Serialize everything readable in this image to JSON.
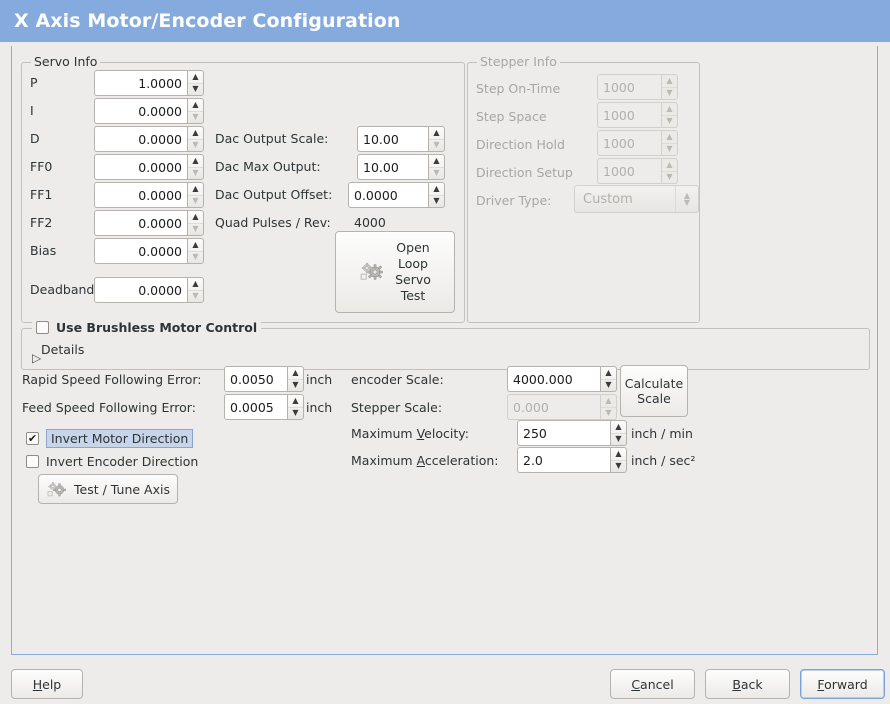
{
  "window": {
    "title": "X Axis Motor/Encoder Configuration",
    "title_bar_color": "#85aade",
    "page_border_color": "#8aaedb",
    "background_color": "#edecea"
  },
  "servo_info": {
    "legend": "Servo Info",
    "rows": [
      {
        "label": "P",
        "value": "1.0000"
      },
      {
        "label": "I",
        "value": "0.0000"
      },
      {
        "label": "D",
        "value": "0.0000"
      },
      {
        "label": "FF0",
        "value": "0.0000"
      },
      {
        "label": "FF1",
        "value": "0.0000"
      },
      {
        "label": "FF2",
        "value": "0.0000"
      },
      {
        "label": "Bias",
        "value": "0.0000"
      },
      {
        "label": "Deadband",
        "value": "0.0000"
      }
    ],
    "dac": [
      {
        "label": "Dac Output Scale:",
        "value": "10.00"
      },
      {
        "label": "Dac Max Output:",
        "value": "10.00"
      },
      {
        "label": "Dac Output Offset:",
        "value": "0.0000"
      }
    ],
    "quad_pulses_label": "Quad Pulses / Rev:",
    "quad_pulses_value": "4000",
    "open_loop_button": "Open\nLoop\nServo\nTest",
    "open_loop_lines": [
      "Open",
      "Loop",
      "Servo",
      "Test"
    ]
  },
  "stepper_info": {
    "legend": "Stepper Info",
    "enabled": false,
    "rows": [
      {
        "label": "Step On-Time",
        "value": "1000"
      },
      {
        "label": "Step Space",
        "value": "1000"
      },
      {
        "label": "Direction Hold",
        "value": "1000"
      },
      {
        "label": "Direction Setup",
        "value": "1000"
      }
    ],
    "driver_type_label": "Driver Type:",
    "driver_type_value": "Custom"
  },
  "brushless": {
    "checkbox_label": "Use Brushless Motor Control",
    "checked": false,
    "details_label": "Details",
    "details_expanded": false
  },
  "following_error": {
    "rapid_label": "Rapid Speed Following Error:",
    "rapid_value": "0.0050",
    "rapid_unit": "inch",
    "feed_label": "Feed Speed Following Error:",
    "feed_value": "0.0005",
    "feed_unit": "inch"
  },
  "invert": {
    "motor_label": "Invert Motor Direction",
    "motor_checked": true,
    "motor_focused": true,
    "encoder_label": "Invert Encoder Direction",
    "encoder_checked": false
  },
  "test_tune_button": "Test / Tune Axis",
  "scales": {
    "encoder_label": "encoder Scale:",
    "encoder_value": "4000.000",
    "encoder_enabled": true,
    "stepper_label": "Stepper Scale:",
    "stepper_value": "0.000",
    "stepper_enabled": false,
    "calculate_button_lines": [
      "Calculate",
      "Scale"
    ],
    "max_velocity_label_pre": "Maximum ",
    "max_velocity_label_key": "V",
    "max_velocity_label_post": "elocity:",
    "max_velocity_value": "250",
    "max_velocity_unit": "inch / min",
    "max_accel_label_pre": "Maximum ",
    "max_accel_label_key": "A",
    "max_accel_label_post": "cceleration:",
    "max_accel_value": "2.0",
    "max_accel_unit": "inch / sec²"
  },
  "actions": {
    "help": {
      "pre": "",
      "key": "H",
      "post": "elp"
    },
    "cancel": {
      "pre": "",
      "key": "C",
      "post": "ancel"
    },
    "back": {
      "pre": "",
      "key": "B",
      "post": "ack"
    },
    "forward": {
      "pre": "",
      "key": "F",
      "post": "orward"
    }
  },
  "icons": {
    "gear": "gear-icon",
    "spin_up": "▲",
    "spin_down": "▼",
    "check": "✔",
    "expander": "▷"
  }
}
